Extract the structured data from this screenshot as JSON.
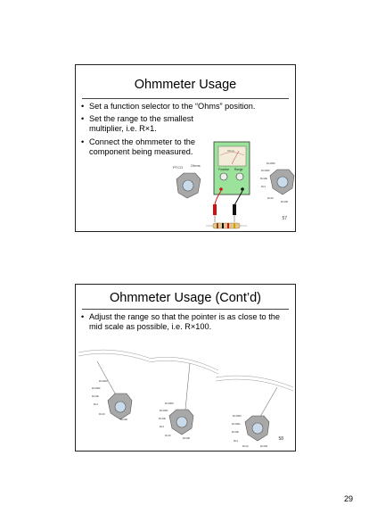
{
  "slides": [
    {
      "title": "Ohmmeter Usage",
      "bullets": [
        "Set a function selector to the “Ohms” position.",
        "Set the range to the smallest multiplier, i.e. R×1.",
        "Connect the ohmmeter to the component being measured."
      ],
      "slide_number": "57",
      "meter": {
        "scale_label": "Ohms",
        "knob_labels": [
          "Function",
          "Range"
        ]
      },
      "function_knob_labels": [
        "PTCO",
        "Ohms"
      ],
      "range_knob_labels": [
        "Rx1000",
        "Rx100k",
        "Rx10k",
        "Rx1",
        "Rx10",
        "Rx100"
      ]
    },
    {
      "title": "Ohmmeter Usage (Cont’d)",
      "bullets": [
        "Adjust the range so that the pointer is as close to the mid scale as possible, i.e. R×100."
      ],
      "slide_number": "58",
      "range_knob_labels": [
        "Rx1000",
        "Rx100k",
        "Rx10k",
        "Rx1",
        "Rx10",
        "Rx100"
      ]
    }
  ],
  "page_number": "29",
  "colors": {
    "meter_body": "#9be39b",
    "meter_face": "#f2ecd8",
    "knob_grey": "#a8a8a8",
    "knob_face": "#c9dbea",
    "probe_red": "#d01010",
    "probe_black": "#111111"
  }
}
